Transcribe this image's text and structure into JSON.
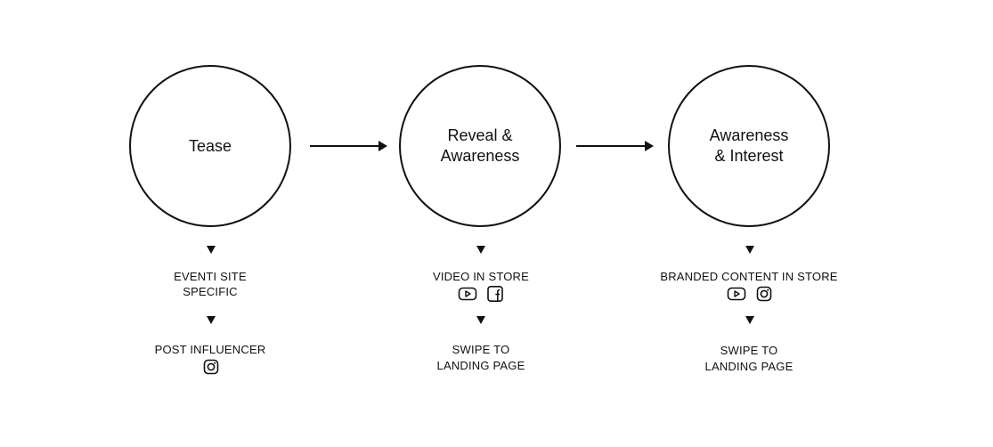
{
  "stages": [
    {
      "title": "Tease",
      "steps": [
        {
          "label": "EVENTI SITE\nSPECIFIC",
          "icons": []
        },
        {
          "label": "POST INFLUENCER",
          "icons": [
            "instagram-icon"
          ]
        }
      ]
    },
    {
      "title": "Reveal &\nAwareness",
      "steps": [
        {
          "label": "VIDEO IN STORE",
          "icons": [
            "youtube-icon",
            "facebook-icon"
          ]
        },
        {
          "label": "SWIPE TO\nLANDING PAGE",
          "icons": []
        }
      ]
    },
    {
      "title": "Awareness\n& Interest",
      "steps": [
        {
          "label": "BRANDED CONTENT IN STORE",
          "icons": [
            "youtube-icon",
            "instagram-icon"
          ]
        },
        {
          "label": "SWIPE TO\nLANDING PAGE",
          "icons": []
        }
      ]
    }
  ],
  "colors": {
    "stroke": "#111111",
    "background": "#ffffff"
  }
}
